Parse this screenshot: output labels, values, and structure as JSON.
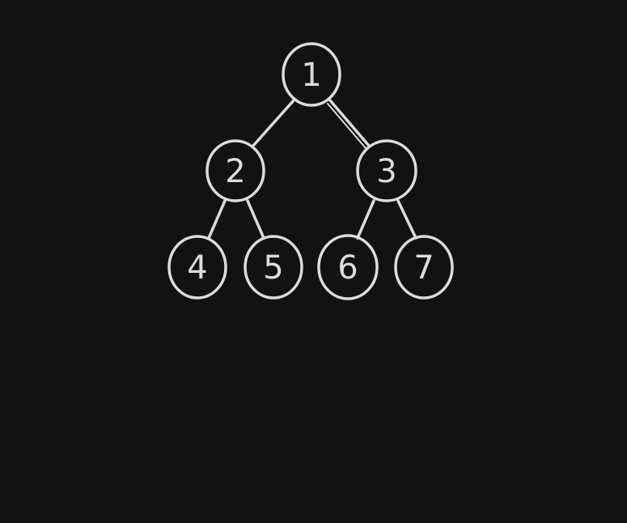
{
  "diagram": {
    "type": "binary-tree",
    "colors": {
      "background": "#121212",
      "stroke": "#dcdcdc"
    },
    "nodes": [
      {
        "id": "n1",
        "label": "1"
      },
      {
        "id": "n2",
        "label": "2"
      },
      {
        "id": "n3",
        "label": "3"
      },
      {
        "id": "n4",
        "label": "4"
      },
      {
        "id": "n5",
        "label": "5"
      },
      {
        "id": "n6",
        "label": "6"
      },
      {
        "id": "n7",
        "label": "7"
      }
    ],
    "edges": [
      {
        "from": "n1",
        "to": "n2"
      },
      {
        "from": "n1",
        "to": "n3"
      },
      {
        "from": "n2",
        "to": "n4"
      },
      {
        "from": "n2",
        "to": "n5"
      },
      {
        "from": "n3",
        "to": "n6"
      },
      {
        "from": "n3",
        "to": "n7"
      }
    ]
  }
}
